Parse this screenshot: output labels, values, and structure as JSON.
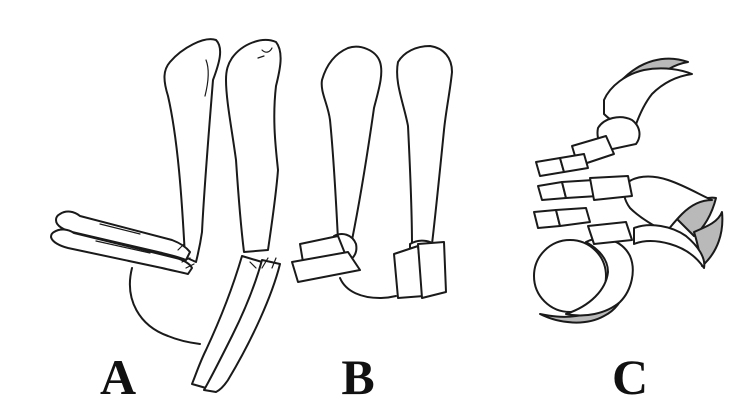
{
  "panels": {
    "a": {
      "label": "A"
    },
    "b": {
      "label": "B"
    },
    "c": {
      "label": "C"
    }
  },
  "colors": {
    "ink": "#1a1a1a",
    "claw_sheath": "#b9b9b9",
    "background": "#ffffff"
  }
}
